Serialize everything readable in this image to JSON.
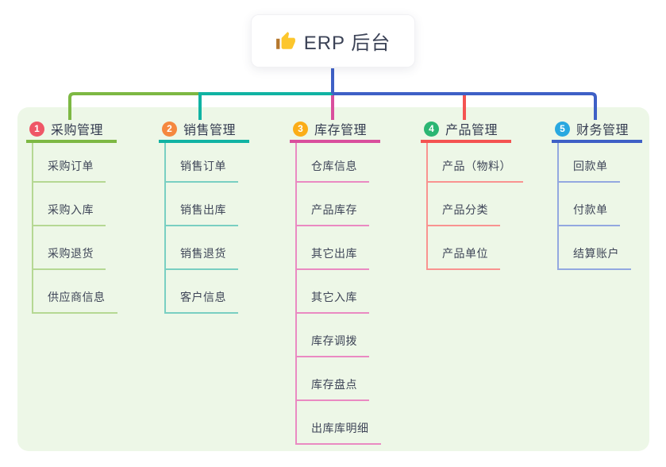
{
  "root": {
    "title": "ERP 后台",
    "icon": "thumbs-up-icon",
    "icon_colors": {
      "hand": "#fcc62c",
      "sleeve": "#b5772c"
    }
  },
  "connector": {
    "stem_color": "#5365cf"
  },
  "panel_bg": "#edf7e7",
  "branches": [
    {
      "id": 1,
      "badge": "1",
      "label": "采购管理",
      "badge_color": "#ef5767",
      "line_color": "#7db843",
      "child_line_color": "#b5d893",
      "children": [
        "采购订单",
        "采购入库",
        "采购退货",
        "供应商信息"
      ]
    },
    {
      "id": 2,
      "badge": "2",
      "label": "销售管理",
      "badge_color": "#f5883f",
      "line_color": "#10b3a3",
      "child_line_color": "#79cfc2",
      "children": [
        "销售订单",
        "销售出库",
        "销售退货",
        "客户信息"
      ]
    },
    {
      "id": 3,
      "badge": "3",
      "label": "库存管理",
      "badge_color": "#fbad18",
      "line_color": "#d94f9d",
      "child_line_color": "#ea8ac2",
      "children": [
        "仓库信息",
        "产品库存",
        "其它出库",
        "其它入库",
        "库存调拨",
        "库存盘点",
        "出库库明细"
      ]
    },
    {
      "id": 4,
      "badge": "4",
      "label": "产品管理",
      "badge_color": "#2bb673",
      "line_color": "#f45351",
      "child_line_color": "#f99390",
      "children": [
        "产品（物料）",
        "产品分类",
        "产品单位"
      ]
    },
    {
      "id": 5,
      "badge": "5",
      "label": "财务管理",
      "badge_color": "#29a8e0",
      "line_color": "#3e60c6",
      "child_line_color": "#93a8e0",
      "children": [
        "回款单",
        "付款单",
        "结算账户"
      ]
    }
  ]
}
